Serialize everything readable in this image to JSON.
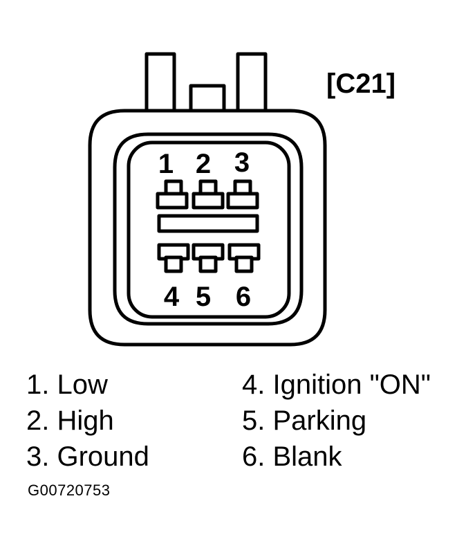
{
  "connector": {
    "label": "[C21]",
    "top_pins": [
      "1",
      "2",
      "3"
    ],
    "bottom_pins": [
      "4",
      "5",
      "6"
    ]
  },
  "legend": {
    "left": [
      "1. Low",
      "2. High",
      "3. Ground"
    ],
    "right": [
      "4. Ignition \"ON\"",
      "5. Parking",
      "6. Blank"
    ]
  },
  "figure_id": "G00720753"
}
